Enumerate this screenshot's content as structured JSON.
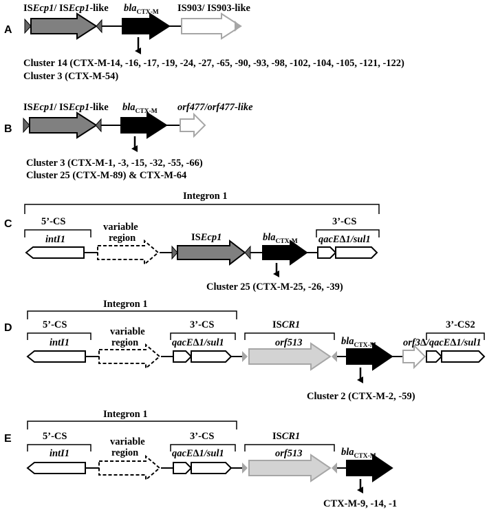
{
  "panels": {
    "A": {
      "letter": "A",
      "is_label": {
        "p1": "IS",
        "p2": "Ecp1",
        "p3": "/ IS",
        "p4": "Ecp1",
        "p5": "-like"
      },
      "bla": {
        "gene": "bla",
        "sub": "CTX-M"
      },
      "is903": "IS903/ IS903-like",
      "cluster_lines": [
        "Cluster 14 (CTX-M-14, -16, -17, -19, -24, -27, -65, -90, -93, -98, -102, -104, -105, -121, -122)",
        "Cluster 3 (CTX-M-54)"
      ]
    },
    "B": {
      "letter": "B",
      "is_label": {
        "p1": "IS",
        "p2": "Ecp1",
        "p3": "/ IS",
        "p4": "Ecp1",
        "p5": "-like"
      },
      "bla": {
        "gene": "bla",
        "sub": "CTX-M"
      },
      "orf": "orf477/orf477-like",
      "cluster_lines": [
        "Cluster 3 (CTX-M-1, -3, -15, -32, -55, -66)",
        "Cluster 25 (CTX-M-89) & CTX-M-64"
      ]
    },
    "C": {
      "letter": "C",
      "integron": "Integron 1",
      "cs5": "5’-CS",
      "cs3": "3’-CS",
      "intI1": "intI1",
      "variable": [
        "variable",
        "region"
      ],
      "isecp1": {
        "p1": "IS",
        "p2": "Ecp1"
      },
      "bla": {
        "gene": "bla",
        "sub": "CTX-M"
      },
      "qac": "qacE∆1/sul1",
      "cluster": "Cluster 25 (CTX-M-25, -26, -39)"
    },
    "D": {
      "letter": "D",
      "integron": "Integron 1",
      "cs5": "5’-CS",
      "cs3": "3’-CS",
      "intI1": "intI1",
      "variable": [
        "variable",
        "region"
      ],
      "qac": "qacE∆1/sul1",
      "iscr1": {
        "p1": "IS",
        "p2": "CR1"
      },
      "orf513": "orf513",
      "bla": {
        "gene": "bla",
        "sub": "CTX-M"
      },
      "cs3_2": "3’-CS2",
      "orf3": "orf3∆/qacE∆1/sul1",
      "cluster": "Cluster 2 (CTX-M-2, -59)"
    },
    "E": {
      "letter": "E",
      "integron": "Integron 1",
      "cs5": "5’-CS",
      "cs3": "3’-CS",
      "intI1": "intI1",
      "variable": [
        "variable",
        "region"
      ],
      "qac": "qacE∆1/sul1",
      "iscr1": {
        "p1": "IS",
        "p2": "CR1"
      },
      "orf513": "orf513",
      "bla": {
        "gene": "bla",
        "sub": "CTX-M"
      },
      "cluster": "CTX-M-9, -14, -1"
    }
  },
  "colors": {
    "dark_gray": "#808080",
    "black": "#000000",
    "light_gray": "#d3d3d3",
    "mid_gray": "#a6a6a6",
    "white": "#ffffff"
  }
}
